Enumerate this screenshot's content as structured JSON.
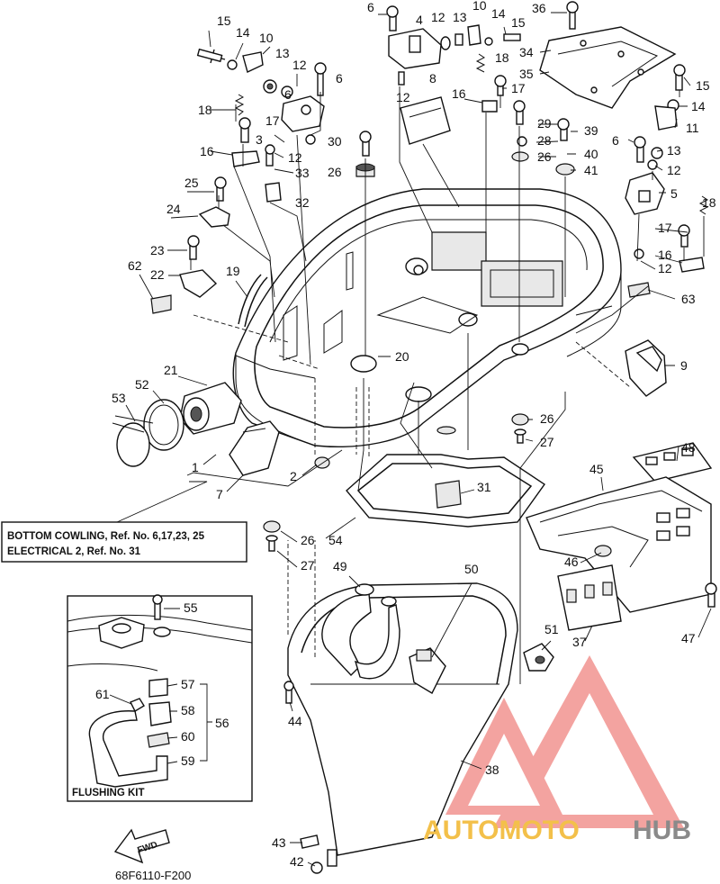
{
  "diagram": {
    "callouts": [
      {
        "id": "c15-a",
        "label": "15"
      },
      {
        "id": "c14-a",
        "label": "14"
      },
      {
        "id": "c10-a",
        "label": "10"
      },
      {
        "id": "c13-a",
        "label": "13"
      },
      {
        "id": "c12-a",
        "label": "12"
      },
      {
        "id": "c6-a",
        "label": "6"
      },
      {
        "id": "c6-b",
        "label": "6"
      },
      {
        "id": "c18-a",
        "label": "18"
      },
      {
        "id": "c17-a",
        "label": "17"
      },
      {
        "id": "c3",
        "label": "3"
      },
      {
        "id": "c12-b",
        "label": "12"
      },
      {
        "id": "c16-a",
        "label": "16"
      },
      {
        "id": "c33",
        "label": "33"
      },
      {
        "id": "c25",
        "label": "25"
      },
      {
        "id": "c32",
        "label": "32"
      },
      {
        "id": "c24",
        "label": "24"
      },
      {
        "id": "c23",
        "label": "23"
      },
      {
        "id": "c62",
        "label": "62"
      },
      {
        "id": "c22",
        "label": "22"
      },
      {
        "id": "c19",
        "label": "19"
      },
      {
        "id": "c6-top",
        "label": "6"
      },
      {
        "id": "c4",
        "label": "4"
      },
      {
        "id": "c12-top",
        "label": "12"
      },
      {
        "id": "c13-top",
        "label": "13"
      },
      {
        "id": "c10-top",
        "label": "10"
      },
      {
        "id": "c14-top",
        "label": "14"
      },
      {
        "id": "c15-top",
        "label": "15"
      },
      {
        "id": "c18-top",
        "label": "18"
      },
      {
        "id": "c12-mid",
        "label": "12"
      },
      {
        "id": "c8",
        "label": "8"
      },
      {
        "id": "c30",
        "label": "30"
      },
      {
        "id": "c26-a",
        "label": "26"
      },
      {
        "id": "c16-mid",
        "label": "16"
      },
      {
        "id": "c17-mid",
        "label": "17"
      },
      {
        "id": "c36",
        "label": "36"
      },
      {
        "id": "c34",
        "label": "34"
      },
      {
        "id": "c35",
        "label": "35"
      },
      {
        "id": "c15-r",
        "label": "15"
      },
      {
        "id": "c14-r",
        "label": "14"
      },
      {
        "id": "c11",
        "label": "11"
      },
      {
        "id": "c29",
        "label": "29"
      },
      {
        "id": "c39",
        "label": "39"
      },
      {
        "id": "c28",
        "label": "28"
      },
      {
        "id": "c40",
        "label": "40"
      },
      {
        "id": "c26-b",
        "label": "26"
      },
      {
        "id": "c41",
        "label": "41"
      },
      {
        "id": "c6-r",
        "label": "6"
      },
      {
        "id": "c13-r",
        "label": "13"
      },
      {
        "id": "c12-r",
        "label": "12"
      },
      {
        "id": "c5",
        "label": "5"
      },
      {
        "id": "c18-r",
        "label": "18"
      },
      {
        "id": "c17-r",
        "label": "17"
      },
      {
        "id": "c16-r",
        "label": "16"
      },
      {
        "id": "c12-r2",
        "label": "12"
      },
      {
        "id": "c63",
        "label": "63"
      },
      {
        "id": "c20",
        "label": "20"
      },
      {
        "id": "c9",
        "label": "9"
      },
      {
        "id": "c21",
        "label": "21"
      },
      {
        "id": "c52",
        "label": "52"
      },
      {
        "id": "c53",
        "label": "53"
      },
      {
        "id": "c1",
        "label": "1"
      },
      {
        "id": "c7",
        "label": "7"
      },
      {
        "id": "c2",
        "label": "2"
      },
      {
        "id": "c26-c",
        "label": "26"
      },
      {
        "id": "c27-a",
        "label": "27"
      },
      {
        "id": "c48",
        "label": "48"
      },
      {
        "id": "c45",
        "label": "45"
      },
      {
        "id": "c31",
        "label": "31"
      },
      {
        "id": "c54",
        "label": "54"
      },
      {
        "id": "c26-d",
        "label": "26"
      },
      {
        "id": "c27-b",
        "label": "27"
      },
      {
        "id": "c49",
        "label": "49"
      },
      {
        "id": "c50",
        "label": "50"
      },
      {
        "id": "c46",
        "label": "46"
      },
      {
        "id": "c37",
        "label": "37"
      },
      {
        "id": "c47",
        "label": "47"
      },
      {
        "id": "c51",
        "label": "51"
      },
      {
        "id": "c44",
        "label": "44"
      },
      {
        "id": "c38",
        "label": "38"
      },
      {
        "id": "c43",
        "label": "43"
      },
      {
        "id": "c42",
        "label": "42"
      },
      {
        "id": "c55",
        "label": "55"
      },
      {
        "id": "c57",
        "label": "57"
      },
      {
        "id": "c61",
        "label": "61"
      },
      {
        "id": "c58",
        "label": "58"
      },
      {
        "id": "c56",
        "label": "56"
      },
      {
        "id": "c60",
        "label": "60"
      },
      {
        "id": "c59",
        "label": "59"
      }
    ],
    "note": {
      "line1": "BOTTOM COWLING, Ref. No. 6,17,23, 25",
      "line2": "ELECTRICAL 2,  Ref. No. 31"
    },
    "flushing_kit_title": "FLUSHING KIT",
    "fwd_label": "FWD",
    "diagram_code": "68F6110-F200",
    "watermark": {
      "part1": "AUTOMOTO",
      "part2": "HUB",
      "colors": {
        "triangle": "#e53935",
        "part1": "#f3c04a",
        "part2": "#8a8a8a"
      }
    }
  }
}
